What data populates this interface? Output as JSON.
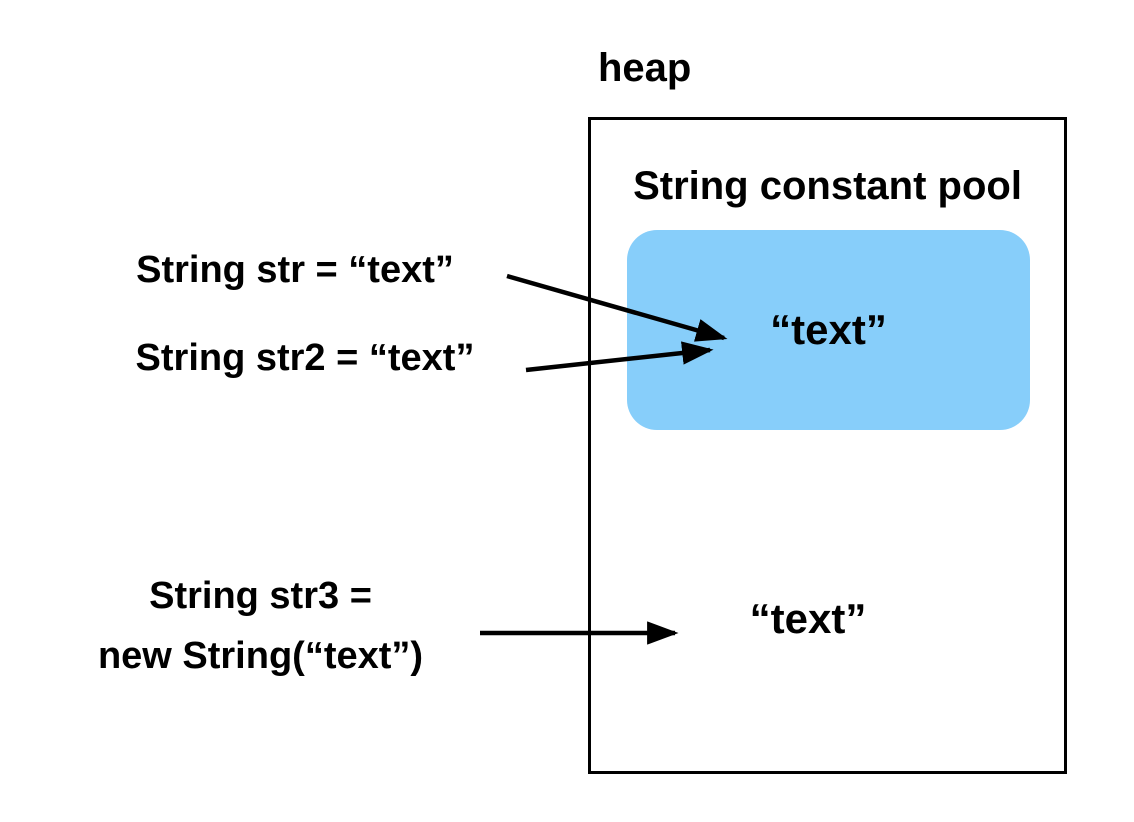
{
  "diagram": {
    "heap": {
      "label": "heap",
      "value": "“text”"
    },
    "pool": {
      "label": "String constant pool",
      "value": "“text”"
    },
    "declarations": {
      "str": "String str = “text”",
      "str2": "String str2 = “text”",
      "str3_line1": "String str3 =",
      "str3_line2": "new String(“text”)"
    },
    "arrows": [
      {
        "name": "str-to-pool-text"
      },
      {
        "name": "str2-to-pool-text"
      },
      {
        "name": "str3-to-heap-text"
      }
    ],
    "colors": {
      "background": "#FFFFFF",
      "pool_fill": "#87CEFA",
      "border": "#000000",
      "arrow": "#000000",
      "text": "#000000"
    }
  }
}
